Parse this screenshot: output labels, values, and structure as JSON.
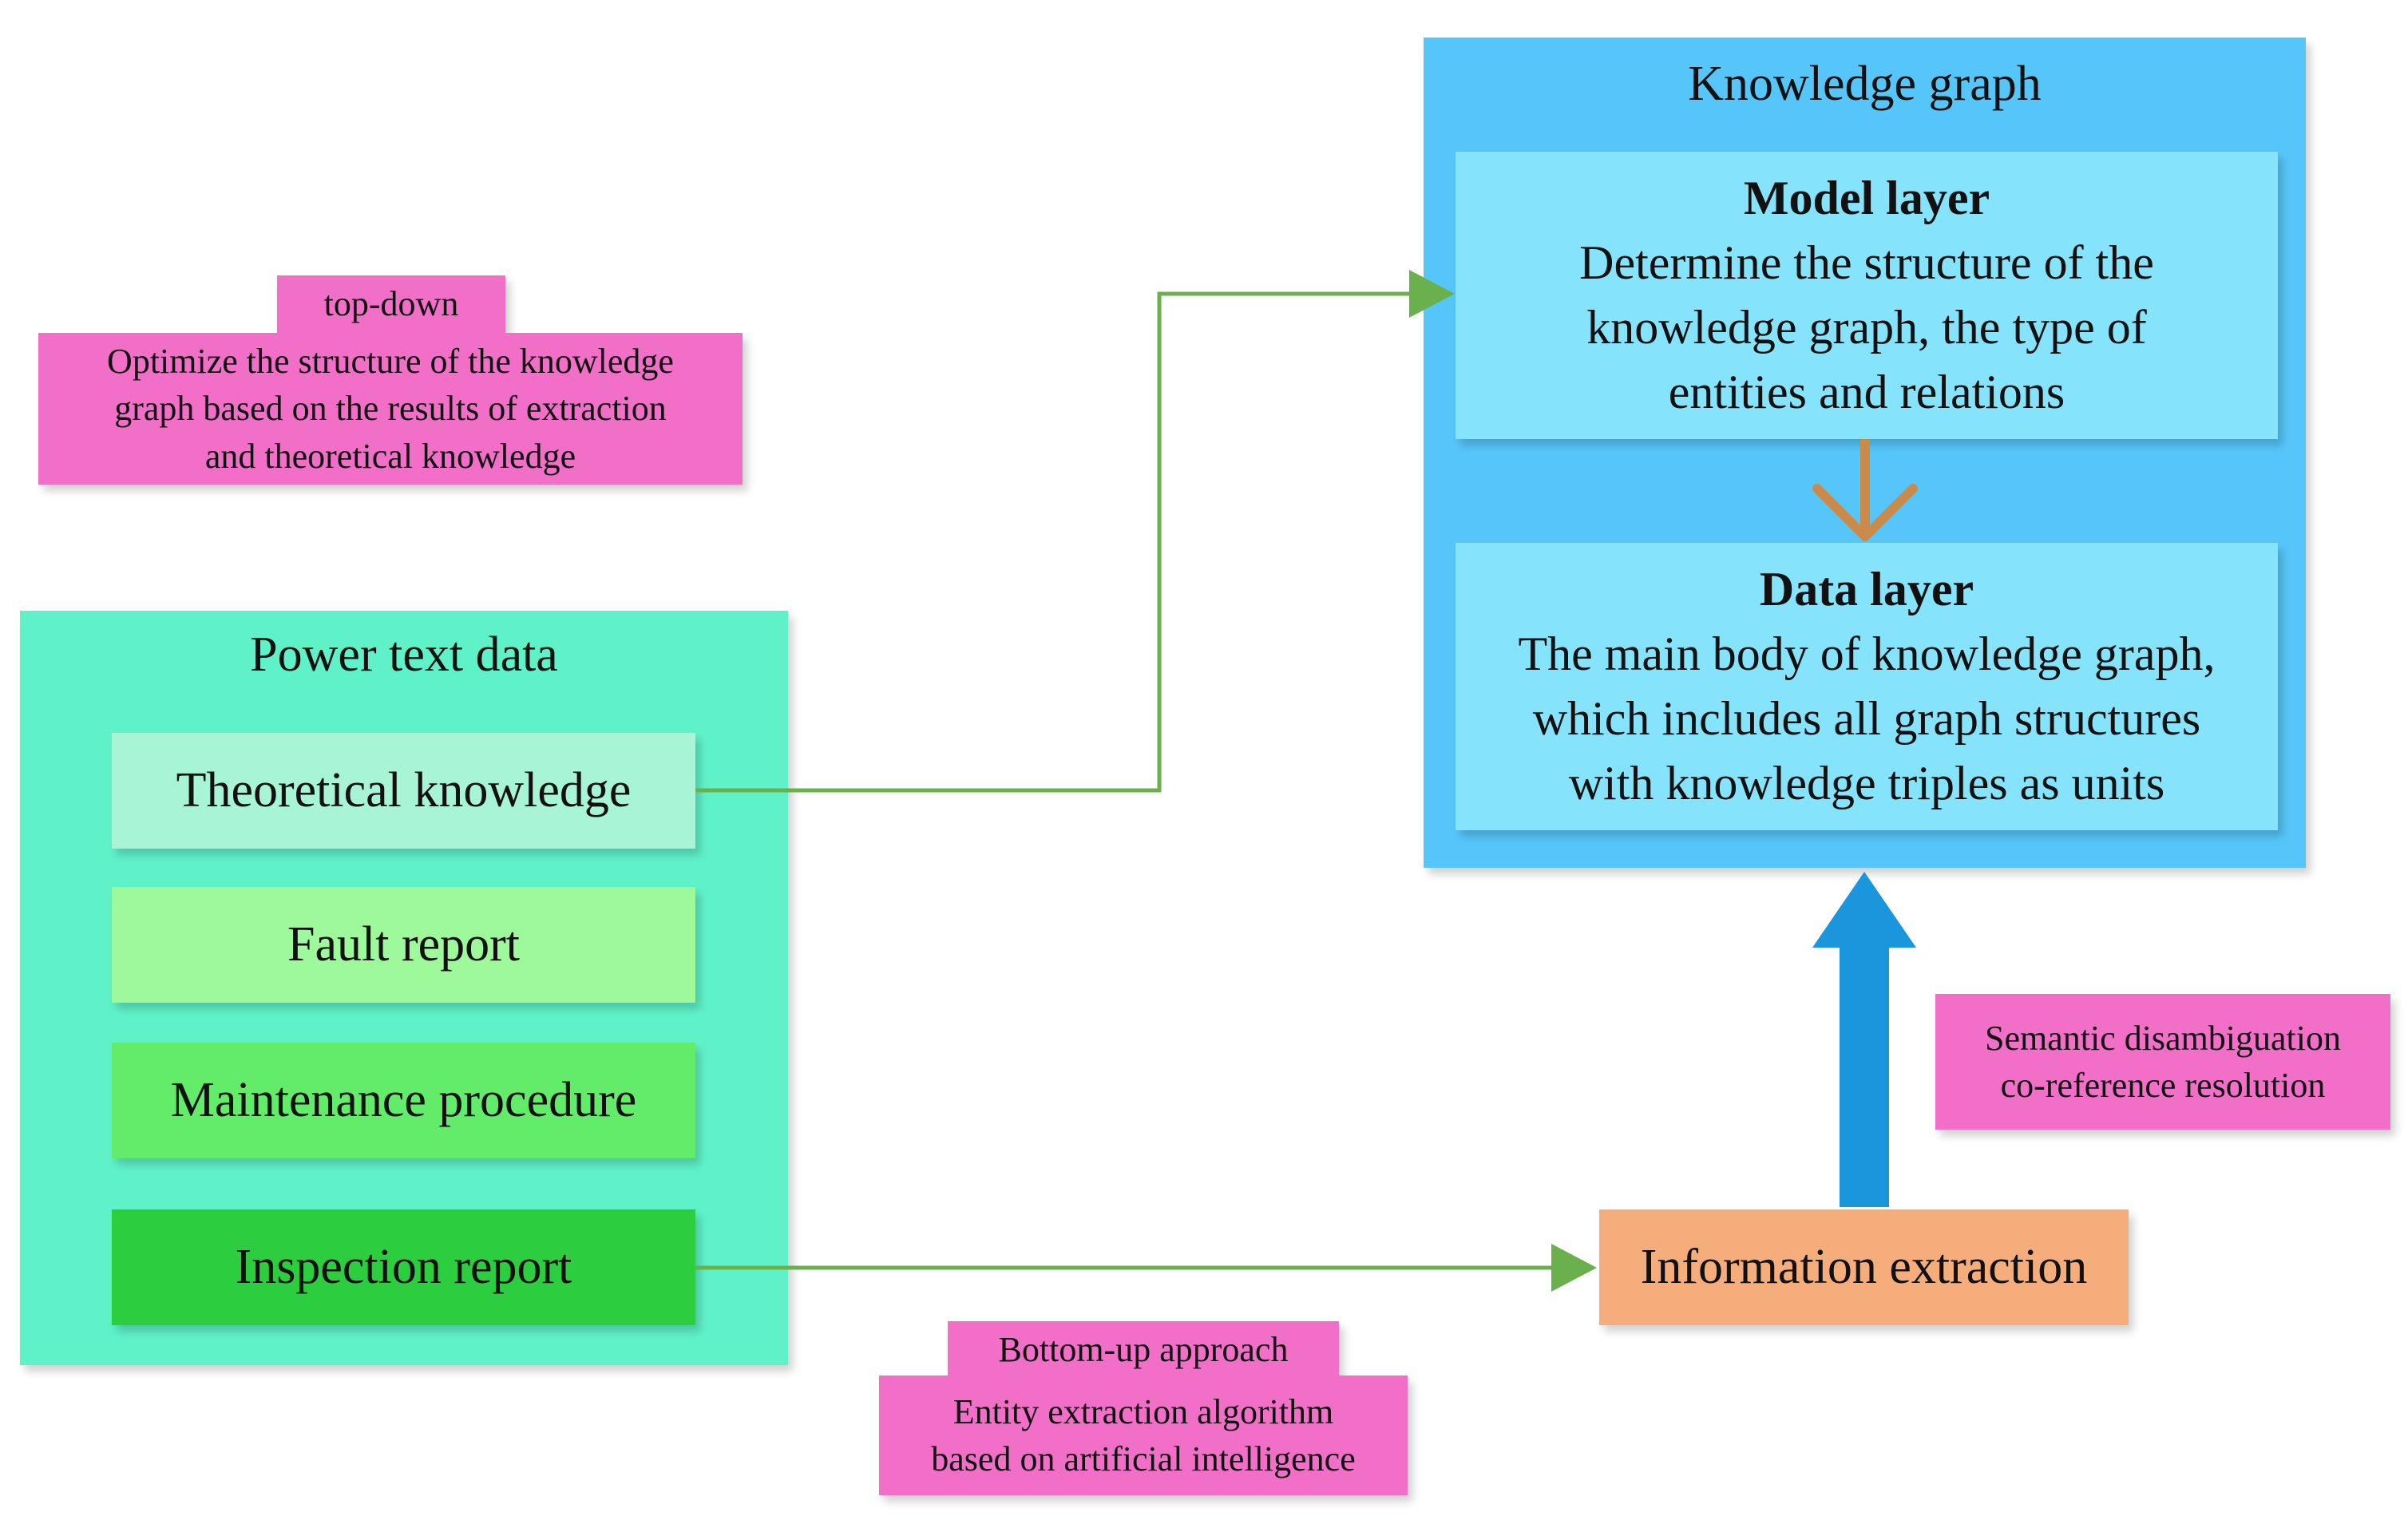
{
  "power_text": {
    "title": "Power text data",
    "sources": [
      "Theoretical knowledge",
      "Fault report",
      "Maintenance procedure",
      "Inspection report"
    ]
  },
  "knowledge_graph": {
    "title": "Knowledge graph",
    "model_layer": {
      "title": "Model layer",
      "lines": [
        "Determine the structure of the",
        "knowledge graph, the type of",
        "entities and relations"
      ]
    },
    "data_layer": {
      "title": "Data layer",
      "lines": [
        "The main body of knowledge graph,",
        "which includes all graph structures",
        "with knowledge triples as units"
      ]
    }
  },
  "information_extraction": "Information extraction",
  "top_down": {
    "tag": "top-down",
    "lines": [
      "Optimize the structure of the knowledge",
      "graph based on the results of extraction",
      "and theoretical knowledge"
    ]
  },
  "bottom_up": {
    "tag": "Bottom-up approach",
    "lines": [
      "Entity extraction algorithm",
      "based on artificial intelligence"
    ]
  },
  "semantic": {
    "lines": [
      "Semantic disambiguation",
      "co-reference resolution"
    ]
  },
  "colors": {
    "power_panel": "#5ff2c8",
    "kg_panel": "#56c6fa",
    "layer_box": "#85e3fc",
    "tag": "#f26fc8",
    "info_extraction": "#f5ad7c",
    "green_arrow": "#6ab04c",
    "blue_arrow": "#1a96dc",
    "orange_arrow": "#c98a4a"
  }
}
